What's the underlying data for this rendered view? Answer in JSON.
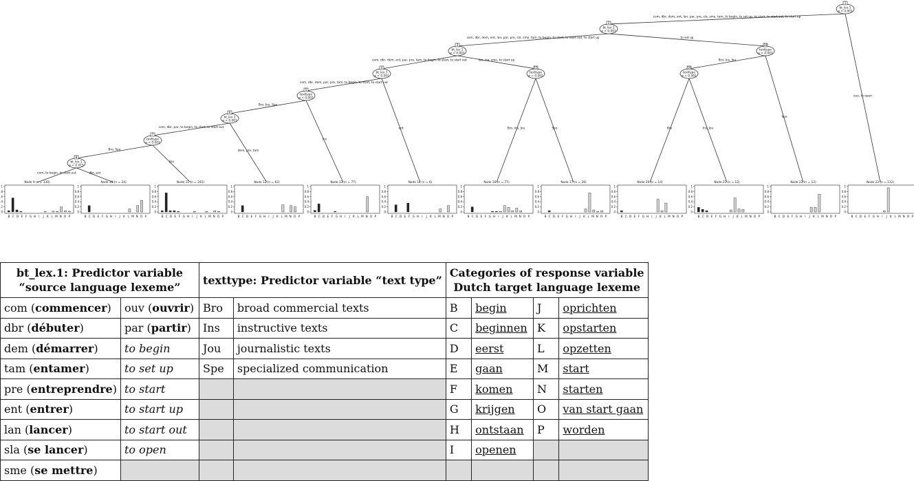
{
  "tree": {
    "inner_nodes": [
      {
        "id": "1",
        "var": "bt_lex.1",
        "p": "p < 0.001"
      },
      {
        "id": "2",
        "var": "bt_lex.1",
        "p": "p < 0.001"
      },
      {
        "id": "3",
        "var": "bt_lex.1",
        "p": "p < 0.001"
      },
      {
        "id": "4",
        "var": "bt_lex.1",
        "p": "p < 0.001"
      },
      {
        "id": "5",
        "var": "texttype",
        "p": "p < 0.001"
      },
      {
        "id": "6",
        "var": "bt_lex.1",
        "p": "p < 0.001"
      },
      {
        "id": "7",
        "var": "texttype",
        "p": "p < 0.001"
      },
      {
        "id": "8",
        "var": "bt_lex.1",
        "p": "p = 0.015"
      },
      {
        "id": "15",
        "var": "texttype",
        "p": "p = 0.002"
      },
      {
        "id": "18",
        "var": "texttype",
        "p": "p < 0.001"
      },
      {
        "id": "19",
        "var": "texttype",
        "p": "p < 0.001"
      }
    ],
    "edge_labels": [
      "com, dbr, dem, ent, lan, par, pre, sla, sme, tam, to begin, to set up, to start, to start out, to start up",
      "ouv, to open",
      "com, dbr, dem, ent, lan, par, pre, sla, sme, tam, to begin, to start, to start out, to start up",
      "to set up",
      "com, dbr, dem, ent, par, pre, tam, to begin, to start, to start out",
      "lan, sla, sme, to start up",
      "com, dbr, dem, par, pre, tam, to begin, to start, to start out",
      "ent",
      "Bro, Jou, Spe",
      "Ins",
      "com, dbr, par, to begin, to start, to start out",
      "dem, pre, tam",
      "Bro, Spe",
      "Jou",
      "com, to begin, to start out",
      "dbr, par",
      "Bro, Ins, Jou",
      "Spe",
      "Bro, Ins, Jou",
      "Spe",
      "Bro",
      "Ins, Jou"
    ],
    "leaves": [
      {
        "title": "Node 9 (n = 130)",
        "values": [
          0.05,
          0.55,
          0.08,
          0.02,
          0,
          0,
          0,
          0,
          0,
          0.02,
          0,
          0.03,
          0.02,
          0.2,
          0.05,
          0.03
        ]
      },
      {
        "title": "Node 10 (n = 24)",
        "values": [
          0,
          0.25,
          0,
          0,
          0,
          0,
          0,
          0,
          0,
          0,
          0,
          0.12,
          0,
          0.25,
          0.45,
          0
        ]
      },
      {
        "title": "Node 11 (n = 245)",
        "values": [
          0.05,
          0.75,
          0.05,
          0.05,
          0.02,
          0,
          0,
          0,
          0.02,
          0,
          0,
          0.02,
          0,
          0.05,
          0.02,
          0
        ]
      },
      {
        "title": "Node 12 (n = 62)",
        "values": [
          0,
          0.25,
          0,
          0,
          0,
          0,
          0,
          0,
          0,
          0,
          0,
          0.28,
          0,
          0.25,
          0.2,
          0
        ]
      },
      {
        "title": "Node 13 (n = 77)",
        "values": [
          0.06,
          0.32,
          0,
          0,
          0,
          0.02,
          0,
          0,
          0,
          0,
          0,
          0,
          0,
          0.6,
          0,
          0
        ]
      },
      {
        "title": "Node 14 (n = 6)",
        "values": [
          0,
          0.28,
          0,
          0,
          0.35,
          0,
          0,
          0,
          0,
          0,
          0,
          0,
          0.12,
          0,
          0.25,
          0
        ]
      },
      {
        "title": "Node 16 (n = 77)",
        "values": [
          0,
          0.2,
          0,
          0,
          0,
          0,
          0.02,
          0.02,
          0.02,
          0.25,
          0.18,
          0.05,
          0.15,
          0.05,
          0,
          0
        ]
      },
      {
        "title": "Node 17 (n = 28)",
        "values": [
          0,
          0.05,
          0,
          0,
          0,
          0,
          0,
          0,
          0,
          0,
          0.12,
          0.75,
          0.08,
          0.02,
          0.05,
          0
        ]
      },
      {
        "title": "Node 20 (n = 14)",
        "values": [
          0.05,
          0,
          0,
          0,
          0,
          0,
          0,
          0,
          0,
          0.5,
          0.05,
          0.35,
          0,
          0,
          0,
          0
        ]
      },
      {
        "title": "Node 21 (n = 12)",
        "values": [
          0.18,
          0.1,
          0.05,
          0,
          0,
          0,
          0,
          0,
          0.08,
          0.55,
          0.12,
          0.1,
          0,
          0,
          0,
          0
        ]
      },
      {
        "title": "Node 22 (n = 12)",
        "values": [
          0,
          0,
          0,
          0,
          0,
          0,
          0,
          0,
          0,
          0.18,
          0.18,
          0.7,
          0,
          0,
          0,
          0
        ]
      },
      {
        "title": "Node 23 (n = 112)",
        "values": [
          0,
          0,
          0,
          0,
          0,
          0,
          0,
          0,
          0.05,
          0.95,
          0,
          0,
          0,
          0,
          0,
          0
        ]
      }
    ],
    "x_ticks": [
      "B",
      "C",
      "D",
      "E",
      "F",
      "G",
      "H",
      "I",
      "J",
      "K",
      "L",
      "M",
      "N",
      "O",
      "P"
    ],
    "y_ticks": [
      "0",
      "0.2",
      "0.4",
      "0.6",
      "0.8",
      "1"
    ]
  },
  "legend": {
    "head1_line1": "bt_lex.1: Predictor variable",
    "head1_line2": "“source language lexeme”",
    "head2": "texttype: Predictor variable “text type”",
    "head3_line1": "Categories of response variable",
    "head3_line2": "Dutch target language lexeme",
    "rows": [
      {
        "a_code": "com",
        "a_word": "commencer",
        "b_code": "ouv",
        "b_word": "ouvrir",
        "t_code": "Bro",
        "t_desc": "broad commercial texts",
        "c1": "B",
        "w1": "begin",
        "c2": "J",
        "w2": "oprichten"
      },
      {
        "a_code": "dbr",
        "a_word": "débuter",
        "b_code": "par",
        "b_word": "partir",
        "t_code": "Ins",
        "t_desc": "instructive texts",
        "c1": "C",
        "w1": "beginnen",
        "c2": "K",
        "w2": "opstarten"
      },
      {
        "a_code": "dem",
        "a_word": "démarrer",
        "b_en": "to begin",
        "t_code": "Jou",
        "t_desc": "journalistic texts",
        "c1": "D",
        "w1": "eerst",
        "c2": "L",
        "w2": "opzetten"
      },
      {
        "a_code": "tam",
        "a_word": "entamer",
        "b_en": "to set up",
        "t_code": "Spe",
        "t_desc": "specialized communication",
        "c1": "E",
        "w1": "gaan",
        "c2": "M",
        "w2": "start"
      },
      {
        "a_code": "pre",
        "a_word": "entreprendre",
        "b_en": "to start",
        "c1": "F",
        "w1": "komen",
        "c2": "N",
        "w2": "starten"
      },
      {
        "a_code": "ent",
        "a_word": "entrer",
        "b_en": "to start up",
        "c1": "G",
        "w1": "krijgen",
        "c2": "O",
        "w2": "van start gaan"
      },
      {
        "a_code": "lan",
        "a_word": "lancer",
        "b_en": "to start out",
        "c1": "H",
        "w1": "ontstaan",
        "c2": "P",
        "w2": "worden"
      },
      {
        "a_code": "sla",
        "a_word": "se lancer",
        "b_en": "to open",
        "c1": "I",
        "w1": "openen"
      },
      {
        "a_code": "sme",
        "a_word": "se mettre"
      }
    ]
  }
}
